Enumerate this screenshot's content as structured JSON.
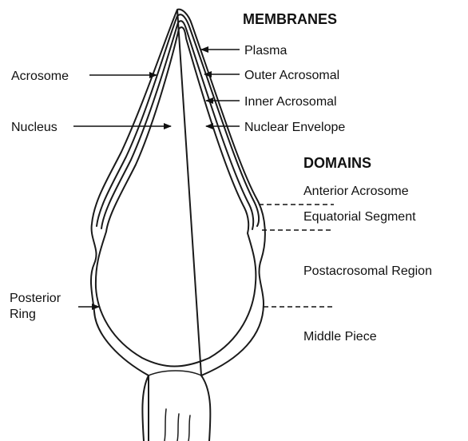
{
  "headers": {
    "membranes": "MEMBRANES",
    "domains": "DOMAINS"
  },
  "membranes": {
    "plasma": "Plasma",
    "outer_acrosomal": "Outer Acrosomal",
    "inner_acrosomal": "Inner Acrosomal",
    "nuclear_envelope": "Nuclear Envelope"
  },
  "structures": {
    "acrosome": "Acrosome",
    "nucleus": "Nucleus",
    "posterior_ring_line1": "Posterior",
    "posterior_ring_line2": "Ring"
  },
  "domains": {
    "anterior_acrosome": "Anterior Acrosome",
    "equatorial_segment": "Equatorial Segment",
    "postacrosomal_region": "Postacrosomal Region",
    "middle_piece": "Middle Piece"
  },
  "colors": {
    "ink": "#111111",
    "background": "#ffffff"
  }
}
